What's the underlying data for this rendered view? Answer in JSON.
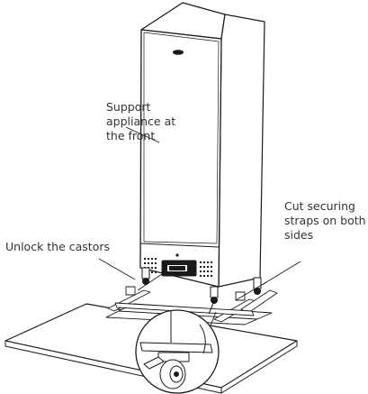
{
  "diagram": {
    "callouts": {
      "support_front": "Support\nappliance at\nthe front",
      "unlock_castors": "Unlock the castors",
      "cut_straps": "Cut securing\nstraps on both\nsides"
    },
    "colors": {
      "line": "#1a1a1a",
      "text": "#333333",
      "fill": "#ffffff"
    }
  }
}
